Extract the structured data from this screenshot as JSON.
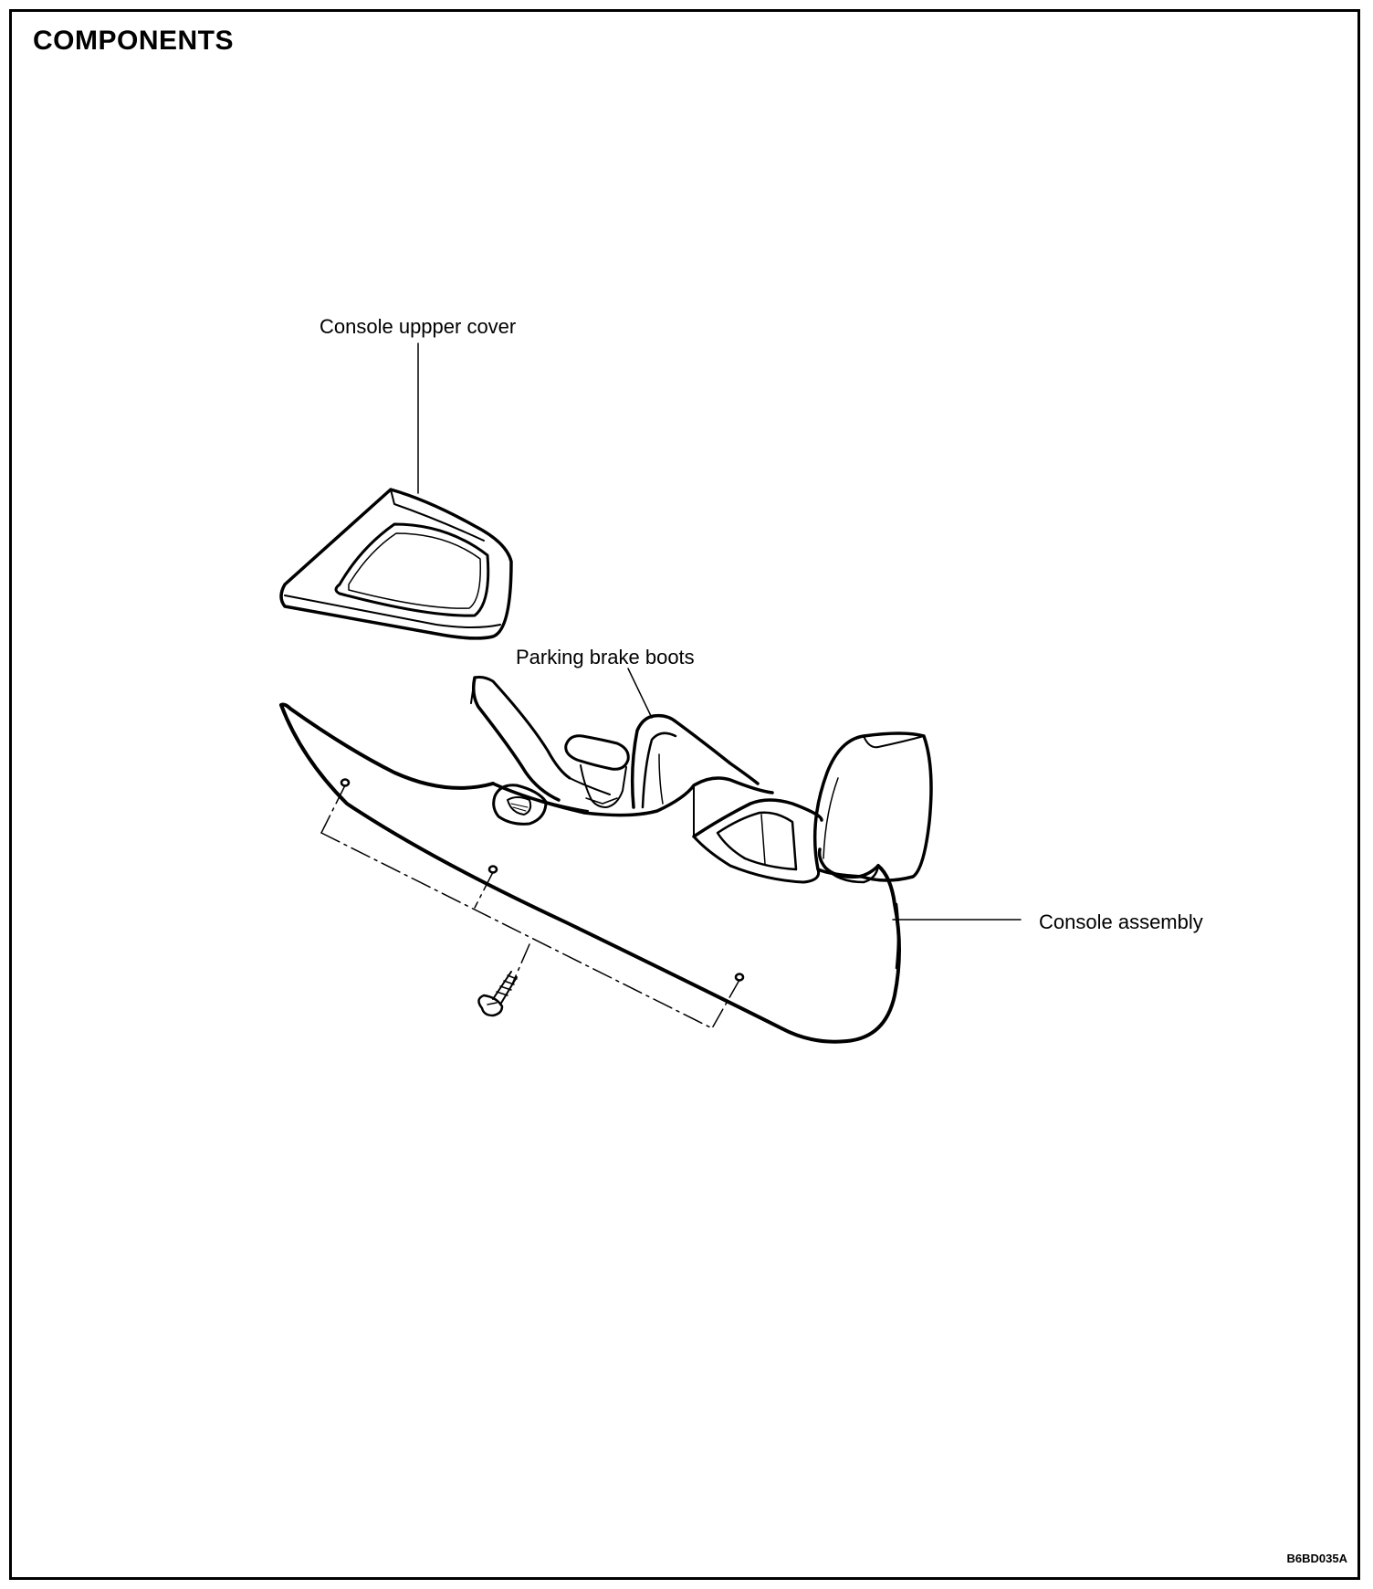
{
  "header": {
    "title": "COMPONENTS"
  },
  "callouts": {
    "upper_cover": "Console uppper cover",
    "parking_boots": "Parking brake boots",
    "assembly": "Console assembly"
  },
  "figure": {
    "code": "B6BD035A"
  },
  "colors": {
    "ink": "#000000",
    "paper": "#ffffff"
  }
}
